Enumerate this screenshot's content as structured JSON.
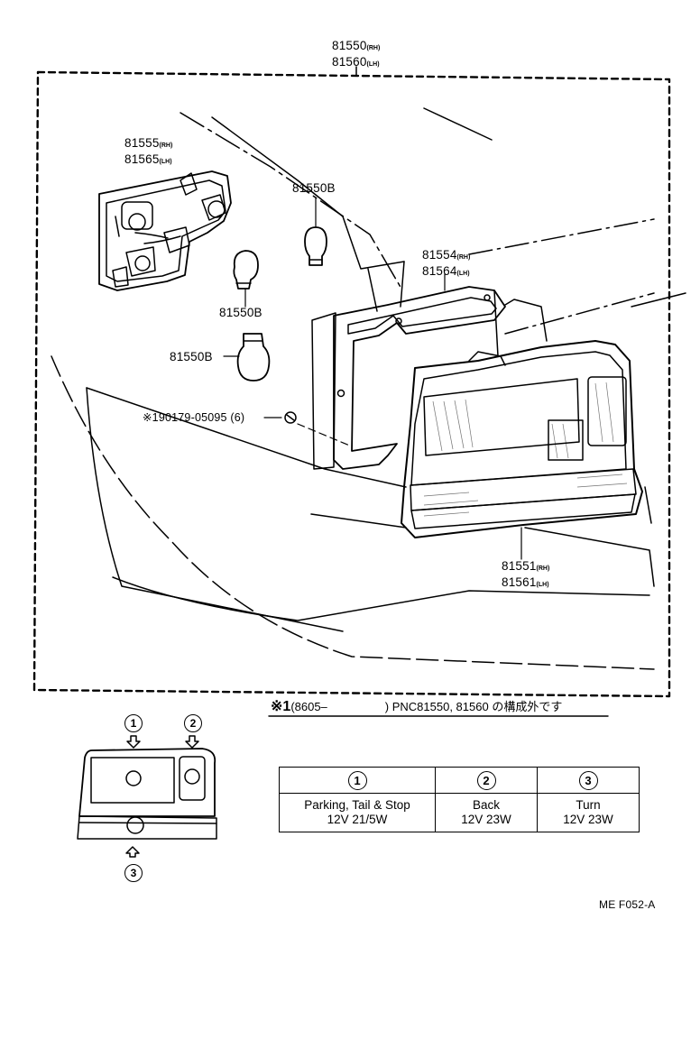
{
  "diagram": {
    "top_label": {
      "pn1": "81550",
      "sub1": "(RH)",
      "pn2": "81560",
      "sub2": "(LH)"
    },
    "socket_label": {
      "pn1": "81555",
      "sub1": "(RH)",
      "pn2": "81565",
      "sub2": "(LH)"
    },
    "bulb_top": "81550B",
    "bulb_mid": "81550B",
    "bulb_low": "81550B",
    "gasket_label": {
      "pn1": "81554",
      "sub1": "(RH)",
      "pn2": "81564",
      "sub2": "(LH)"
    },
    "screw_label": "※190179-05095 (6)",
    "lens_label": {
      "pn1": "81551",
      "sub1": "(RH)",
      "pn2": "81561",
      "sub2": "(LH)"
    },
    "note": {
      "mark": "※1",
      "open": "(8605–",
      "close": ") PNC81550, 81560 の構成外です"
    },
    "legend_markers": [
      "1",
      "2",
      "3"
    ],
    "drawing_code": "ME F052-A"
  },
  "bulb_table": {
    "headers": [
      "1",
      "2",
      "3"
    ],
    "rows": [
      {
        "name": "Parking, Tail & Stop",
        "spec": "12V 21/5W"
      },
      {
        "name": "Back",
        "spec": "12V 23W"
      },
      {
        "name": "Turn",
        "spec": "12V 23W"
      }
    ]
  }
}
